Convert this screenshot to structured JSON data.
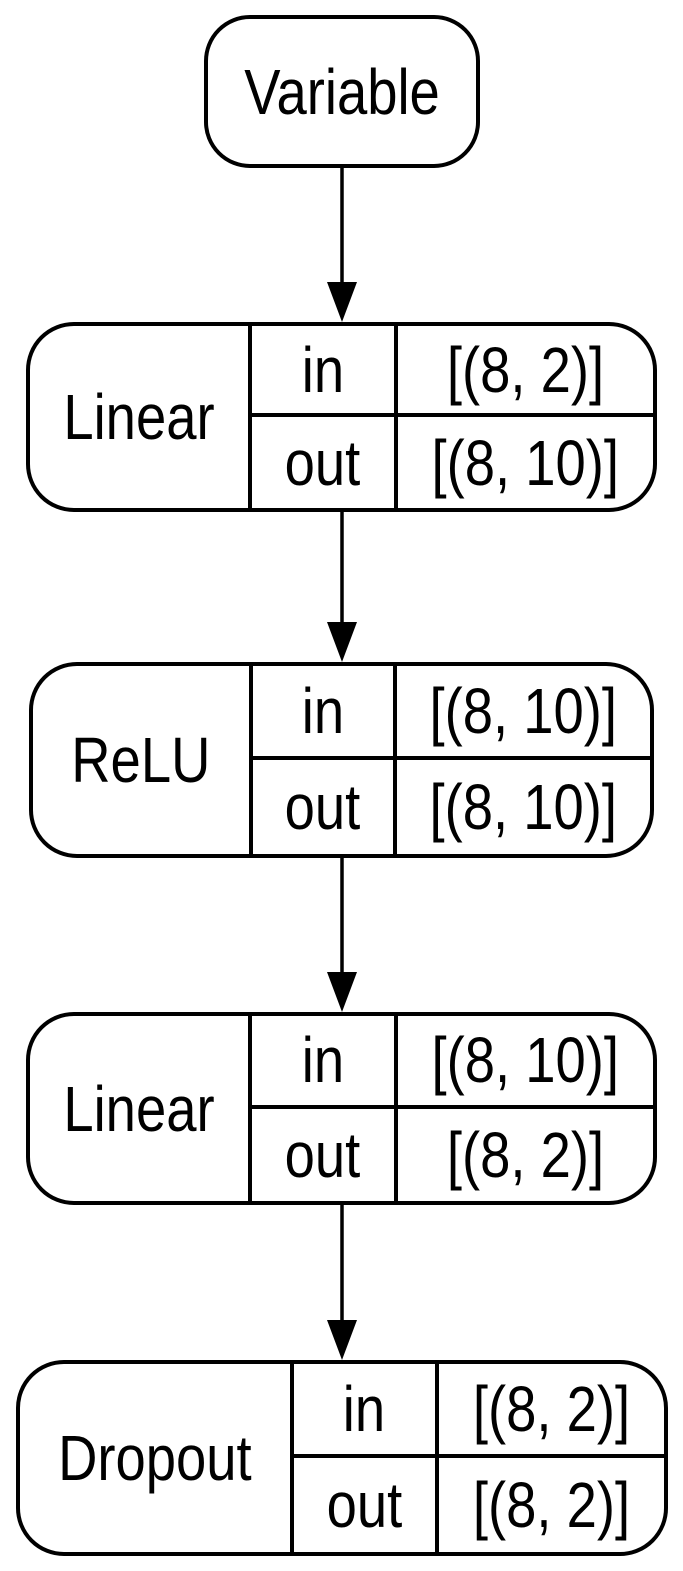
{
  "diagram": {
    "type": "neural-network-graph",
    "background_color": "#ffffff",
    "line_color": "#000000",
    "text_color": "#000000",
    "nodes": [
      {
        "id": "variable",
        "label": "Variable"
      },
      {
        "id": "linear-1",
        "label": "Linear",
        "ports": {
          "in_label": "in",
          "in_value": "[(8, 2)]",
          "out_label": "out",
          "out_value": "[(8, 10)]"
        }
      },
      {
        "id": "relu",
        "label": "ReLU",
        "ports": {
          "in_label": "in",
          "in_value": "[(8, 10)]",
          "out_label": "out",
          "out_value": "[(8, 10)]"
        }
      },
      {
        "id": "linear-2",
        "label": "Linear",
        "ports": {
          "in_label": "in",
          "in_value": "[(8, 10)]",
          "out_label": "out",
          "out_value": "[(8, 2)]"
        }
      },
      {
        "id": "dropout",
        "label": "Dropout",
        "ports": {
          "in_label": "in",
          "in_value": "[(8, 2)]",
          "out_label": "out",
          "out_value": "[(8, 2)]"
        }
      }
    ],
    "edges": [
      {
        "from": "variable",
        "to": "linear-1"
      },
      {
        "from": "linear-1",
        "to": "relu"
      },
      {
        "from": "relu",
        "to": "linear-2"
      },
      {
        "from": "linear-2",
        "to": "dropout"
      }
    ]
  }
}
